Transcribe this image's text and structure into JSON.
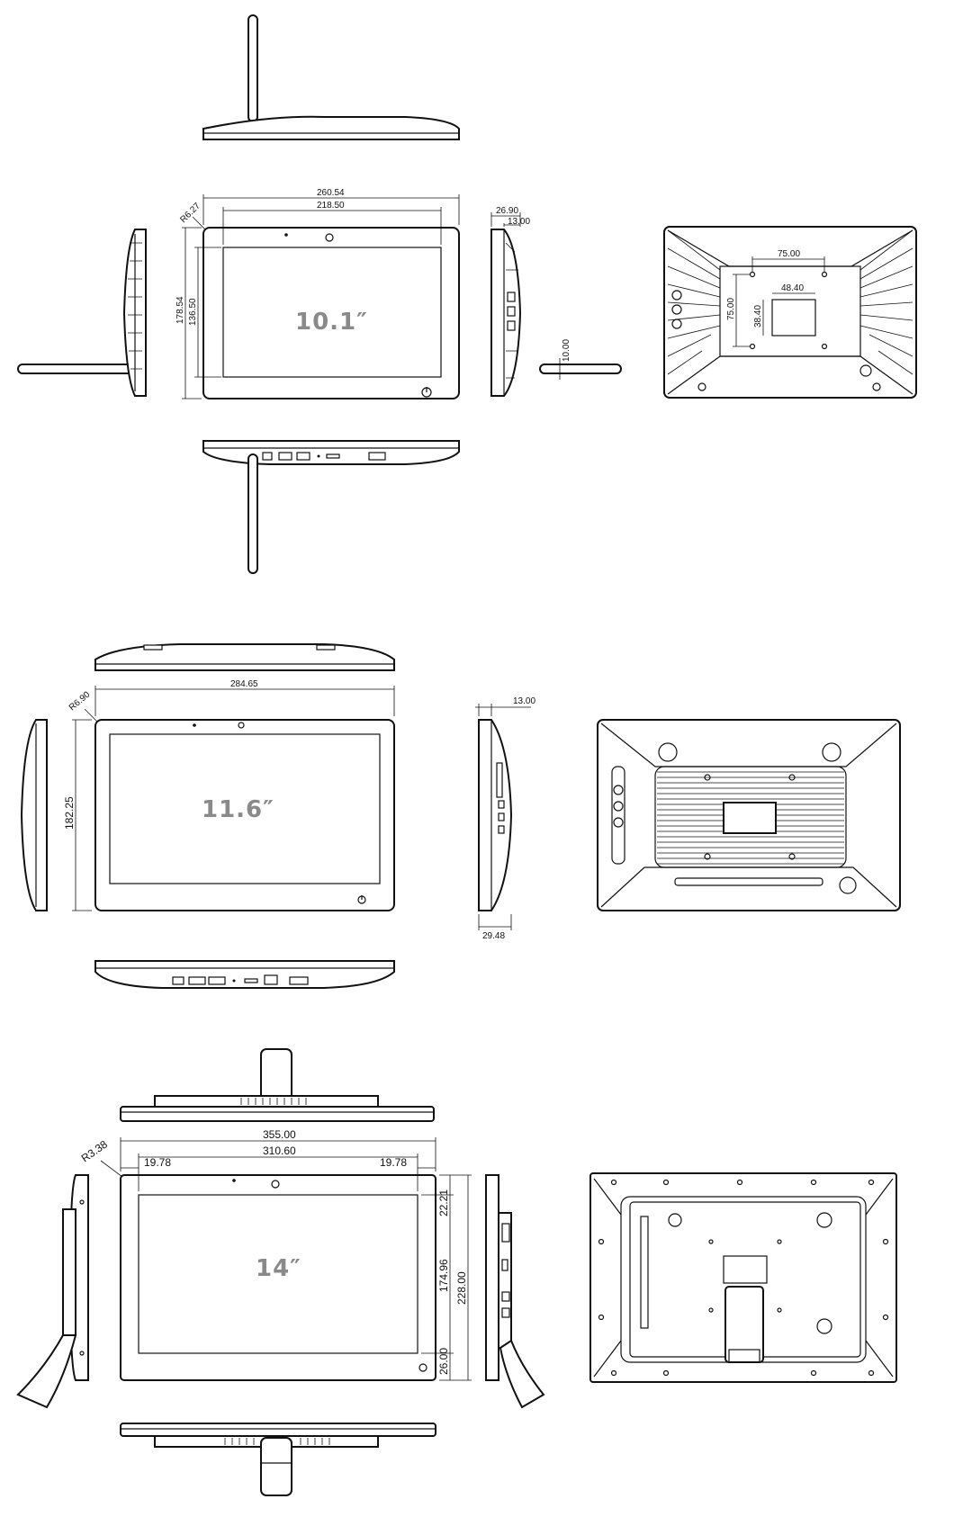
{
  "models": [
    {
      "id": "10.1",
      "size_label": "10.1″",
      "dims": {
        "outer_width": "260.54",
        "inner_width": "218.50",
        "outer_height": "178.54",
        "inner_height": "136.50",
        "corner_radius": "R6.27",
        "depth": "26.90",
        "thin_depth": "13.00",
        "stand_diameter": "10.00",
        "vesa_width": "75.00",
        "inner_plate_width": "48.40",
        "vesa_height": "75.00",
        "inner_plate_height": "38.40"
      }
    },
    {
      "id": "11.6",
      "size_label": "11.6″",
      "dims": {
        "outer_width": "284.65",
        "outer_height": "182.25",
        "corner_radius": "R6.90",
        "thin_depth": "13.00",
        "depth": "29.48"
      }
    },
    {
      "id": "14",
      "size_label": "14″",
      "dims": {
        "outer_width": "355.00",
        "inner_width": "310.60",
        "corner_radius": "R3.38",
        "left_bezel": "19.78",
        "right_bezel": "19.78",
        "top_bezel": "22.21",
        "screen_height": "174.96",
        "outer_height": "228.00",
        "bottom_bezel": "26.00"
      }
    }
  ],
  "colors": {
    "line": "#111111",
    "label": "#8a8a8a",
    "background": "#ffffff"
  }
}
